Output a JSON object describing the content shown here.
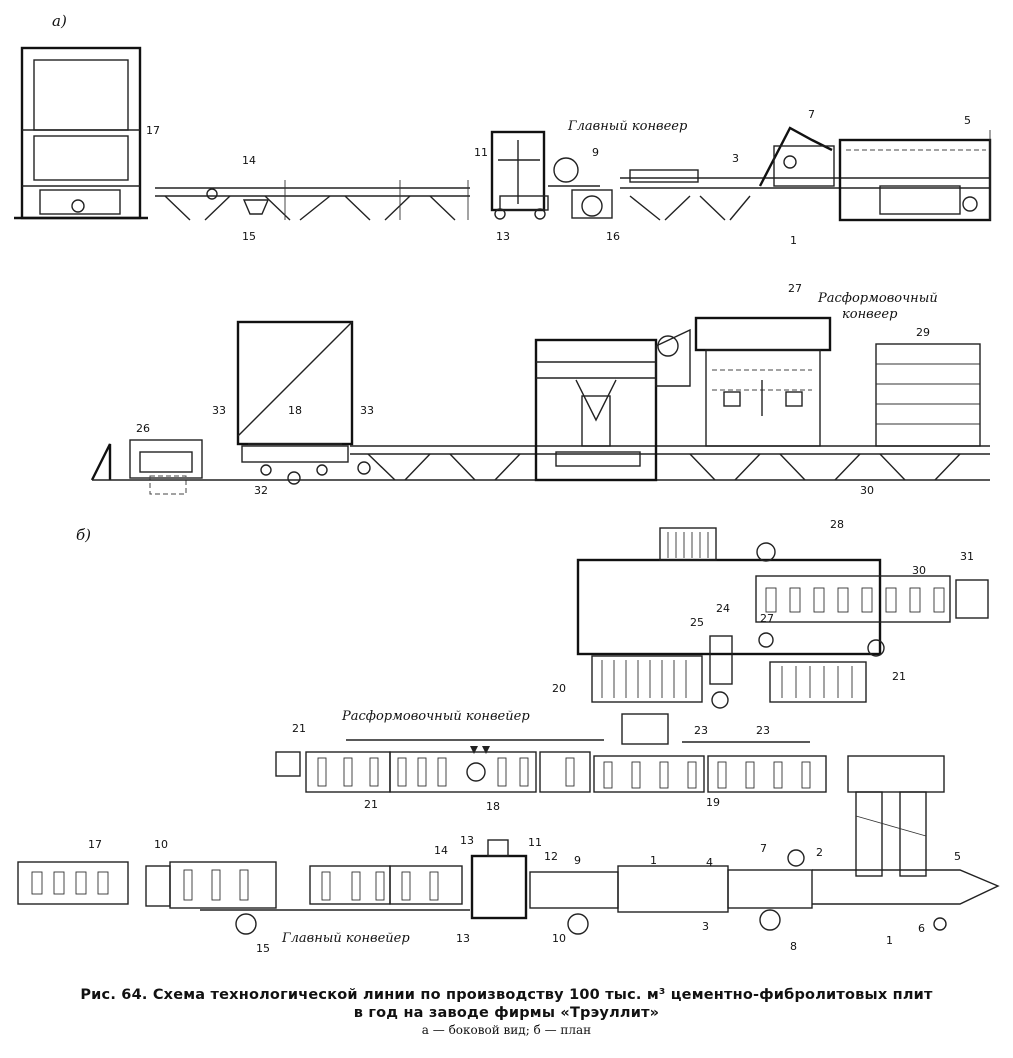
{
  "labels": {
    "section_a": "а)",
    "section_b": "б)",
    "main_conveyor_a": "Главный конвеер",
    "main_conveyor_b": "Главный конвейер",
    "demold_conveyor_a_l1": "Расформовочный",
    "demold_conveyor_a_l2": "конвеер",
    "demold_conveyor_b": "Расформовочный конвейер",
    "n1": "1",
    "n2": "2",
    "n3": "3",
    "n4": "4",
    "n5": "5",
    "n6": "6",
    "n7": "7",
    "n8": "8",
    "n9": "9",
    "n10": "10",
    "n11": "11",
    "n12": "12",
    "n13": "13",
    "n14": "14",
    "n15": "15",
    "n16": "16",
    "n17": "17",
    "n18": "18",
    "n19": "19",
    "n20": "20",
    "n21": "21",
    "n23": "23",
    "n24": "24",
    "n25": "25",
    "n26": "26",
    "n27": "27",
    "n28": "28",
    "n29": "29",
    "n30": "30",
    "n31": "31",
    "n32": "32",
    "n33": "33",
    "n11b": "11",
    "n13b": "13"
  },
  "caption": {
    "line1": "Рис. 64. Схема технологической линии по производству 100 тыс. м³ цементно-фибролитовых плит",
    "line2": "в год на заводе фирмы «Трэуллит»",
    "line3": "а — боковой вид; б — план"
  }
}
